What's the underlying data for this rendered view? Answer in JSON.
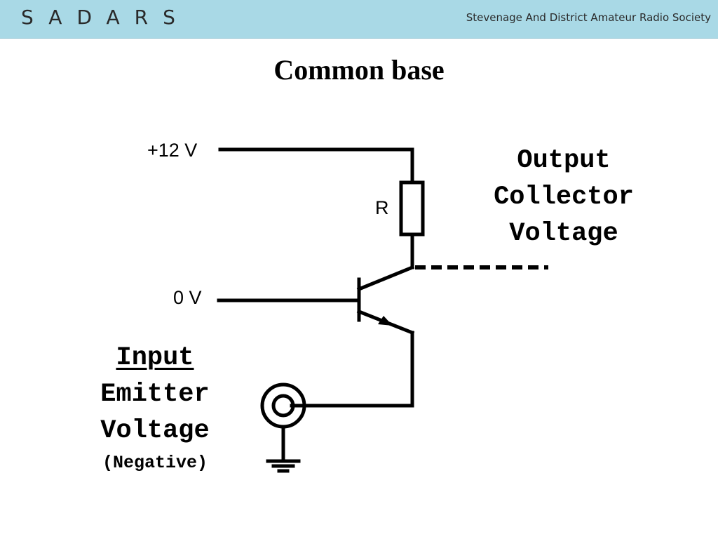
{
  "header": {
    "brand": "SADARS",
    "society": "Stevenage And District Amateur Radio Society"
  },
  "slide": {
    "title": "Common base"
  },
  "diagram": {
    "supply_label": "+12 V",
    "base_label": "0 V",
    "resistor_label": "R",
    "output": {
      "line1": "Output",
      "line2": "Collector",
      "line3": "Voltage"
    },
    "input": {
      "line1": "Input",
      "line2": "Emitter",
      "line3": "Voltage",
      "line4": "(Negative)"
    }
  }
}
